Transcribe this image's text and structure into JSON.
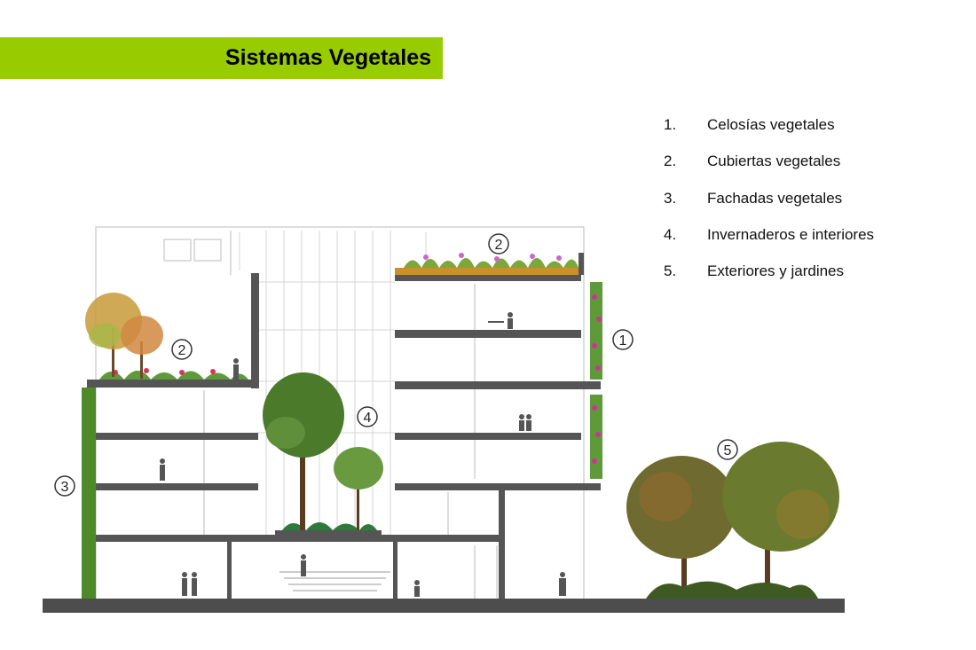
{
  "title": "Sistemas Vegetales",
  "legend": [
    {
      "number": "1.",
      "label": "Celosías vegetales"
    },
    {
      "number": "2.",
      "label": "Cubiertas vegetales"
    },
    {
      "number": "3.",
      "label": "Fachadas vegetales"
    },
    {
      "number": "4.",
      "label": "Invernaderos e interiores"
    },
    {
      "number": "5.",
      "label": "Exteriores y jardines"
    }
  ],
  "markers": {
    "m1": "1",
    "m2a": "2",
    "m2b": "2",
    "m3": "3",
    "m4": "4",
    "m5": "5"
  },
  "colors": {
    "accent": "#99cc00",
    "slab": "#555555",
    "ground": "#4d4d4d",
    "foliage": "#4f7a2a",
    "flower": "#cc3399"
  }
}
